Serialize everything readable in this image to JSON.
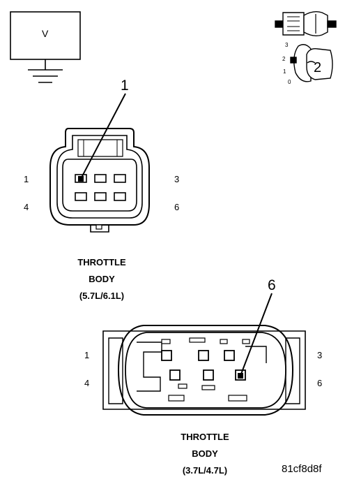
{
  "voltmeter": {
    "label": "V"
  },
  "probe_legend": {
    "scale": [
      "3",
      "2",
      "1",
      "0"
    ],
    "number": "2"
  },
  "connector_1": {
    "callout": "1",
    "pins": {
      "top_left": "1",
      "top_right": "3",
      "bottom_left": "4",
      "bottom_right": "6"
    },
    "caption": [
      "THROTTLE",
      "BODY",
      "(5.7L/6.1L)"
    ]
  },
  "connector_2": {
    "callout": "6",
    "pins": {
      "top_left": "1",
      "top_right": "3",
      "bottom_left": "4",
      "bottom_right": "6"
    },
    "caption": [
      "THROTTLE",
      "BODY",
      "(3.7L/4.7L)"
    ]
  },
  "figure_id": "81cf8d8f"
}
